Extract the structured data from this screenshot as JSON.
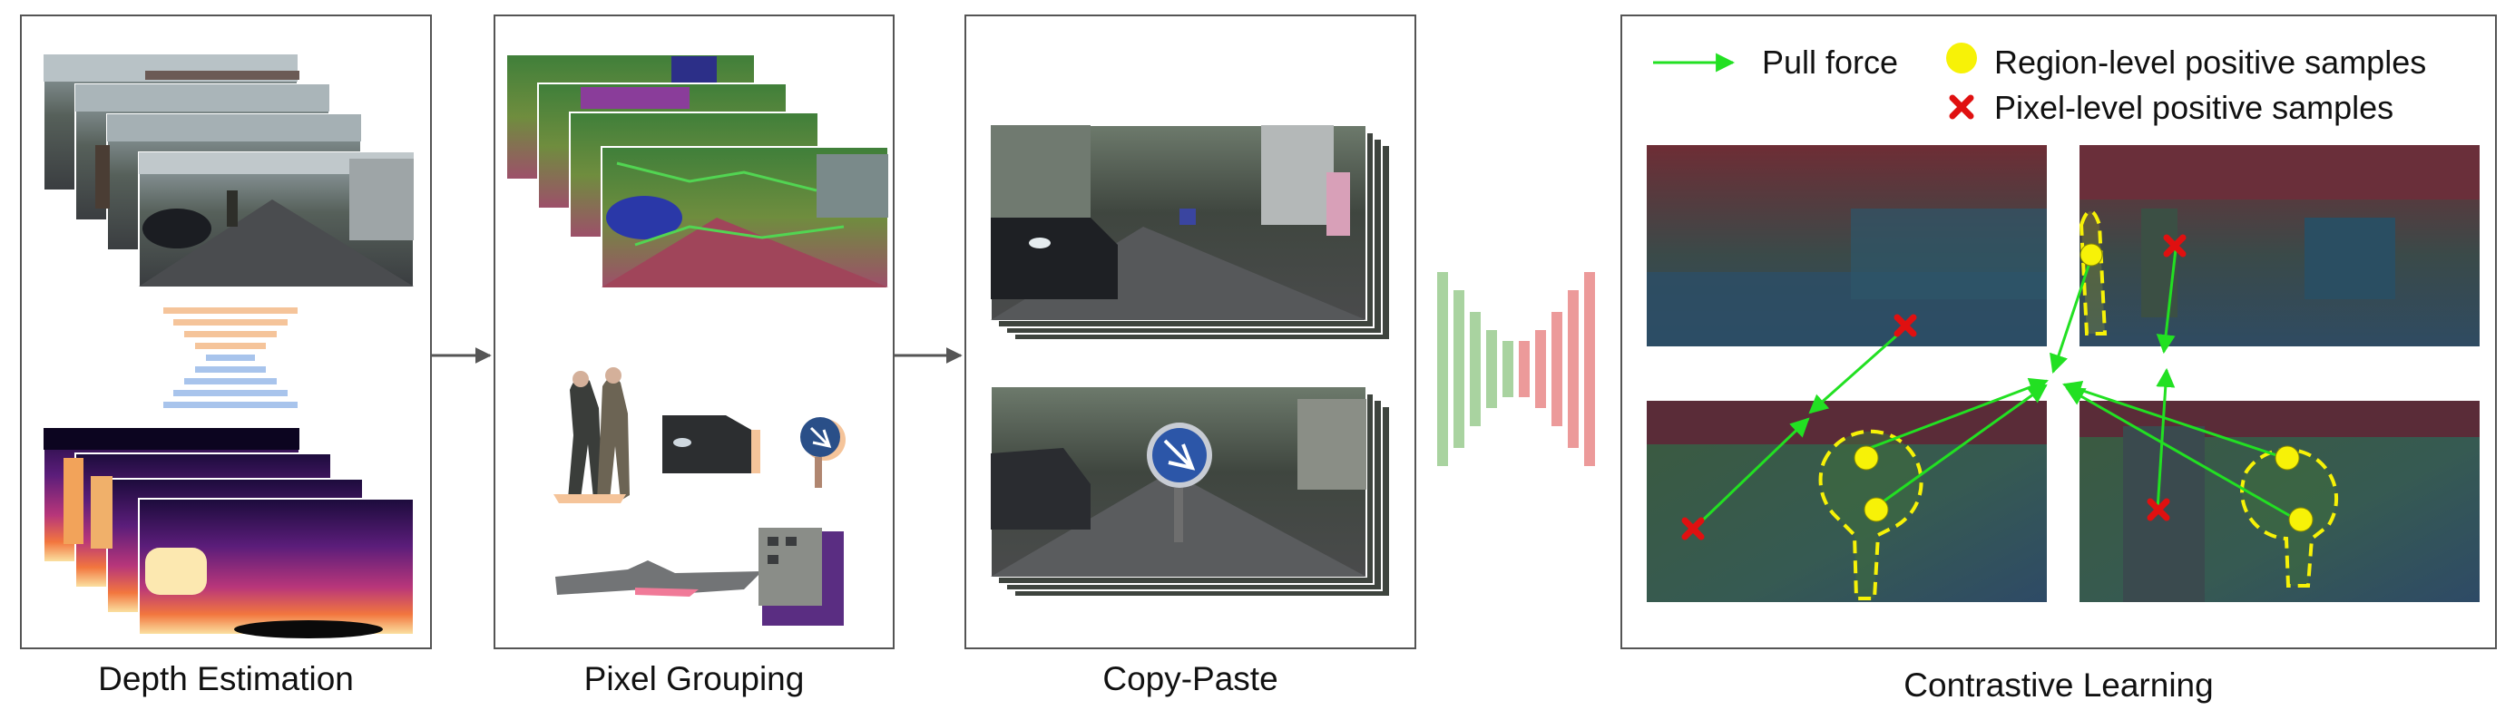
{
  "panels": {
    "depth": {
      "caption": "Depth Estimation"
    },
    "grouping": {
      "caption": "Pixel Grouping"
    },
    "copypaste": {
      "caption": "Copy-Paste"
    },
    "contrastive": {
      "caption": "Contrastive Learning"
    }
  },
  "legend": {
    "pull_force": "Pull force",
    "region_level": "Region-level positive samples",
    "pixel_level": "Pixel-level positive samples"
  },
  "colors": {
    "arrow_green": "#22e022",
    "region_yellow": "#f7f207",
    "pixel_red": "#e01010",
    "encoder_orange": "#f5c49a",
    "encoder_blue": "#a8c4ec",
    "net_green": "#a9d3a0",
    "net_red": "#ec9a9a"
  }
}
